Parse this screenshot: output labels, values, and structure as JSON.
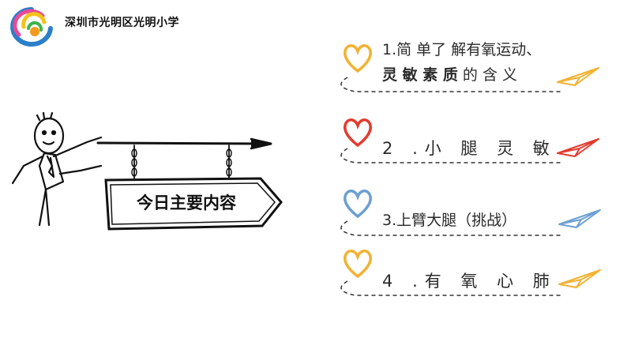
{
  "header": {
    "school_name": "深圳市光明区光明小学"
  },
  "sign": {
    "label": "今日主要内容"
  },
  "items": [
    {
      "num": "1",
      "line1": ".简 单了 解有氧运动、",
      "line2_bold": "灵 敏 素 质",
      "line2_rest": "的 含 义",
      "heart_color": "#f2b233",
      "plane_color": "#f2b233"
    },
    {
      "num": "2",
      "text": ".小 腿 灵 敏",
      "heart_color": "#e23b2f",
      "plane_color": "#e23b2f"
    },
    {
      "num": "3",
      "text": ".上臂大腿（挑战）",
      "heart_color": "#6c9fd4",
      "plane_color": "#6c9fd4"
    },
    {
      "num": "4",
      "text": ".有 氧 心 肺",
      "heart_color": "#f2b233",
      "plane_color": "#f2b233"
    }
  ]
}
